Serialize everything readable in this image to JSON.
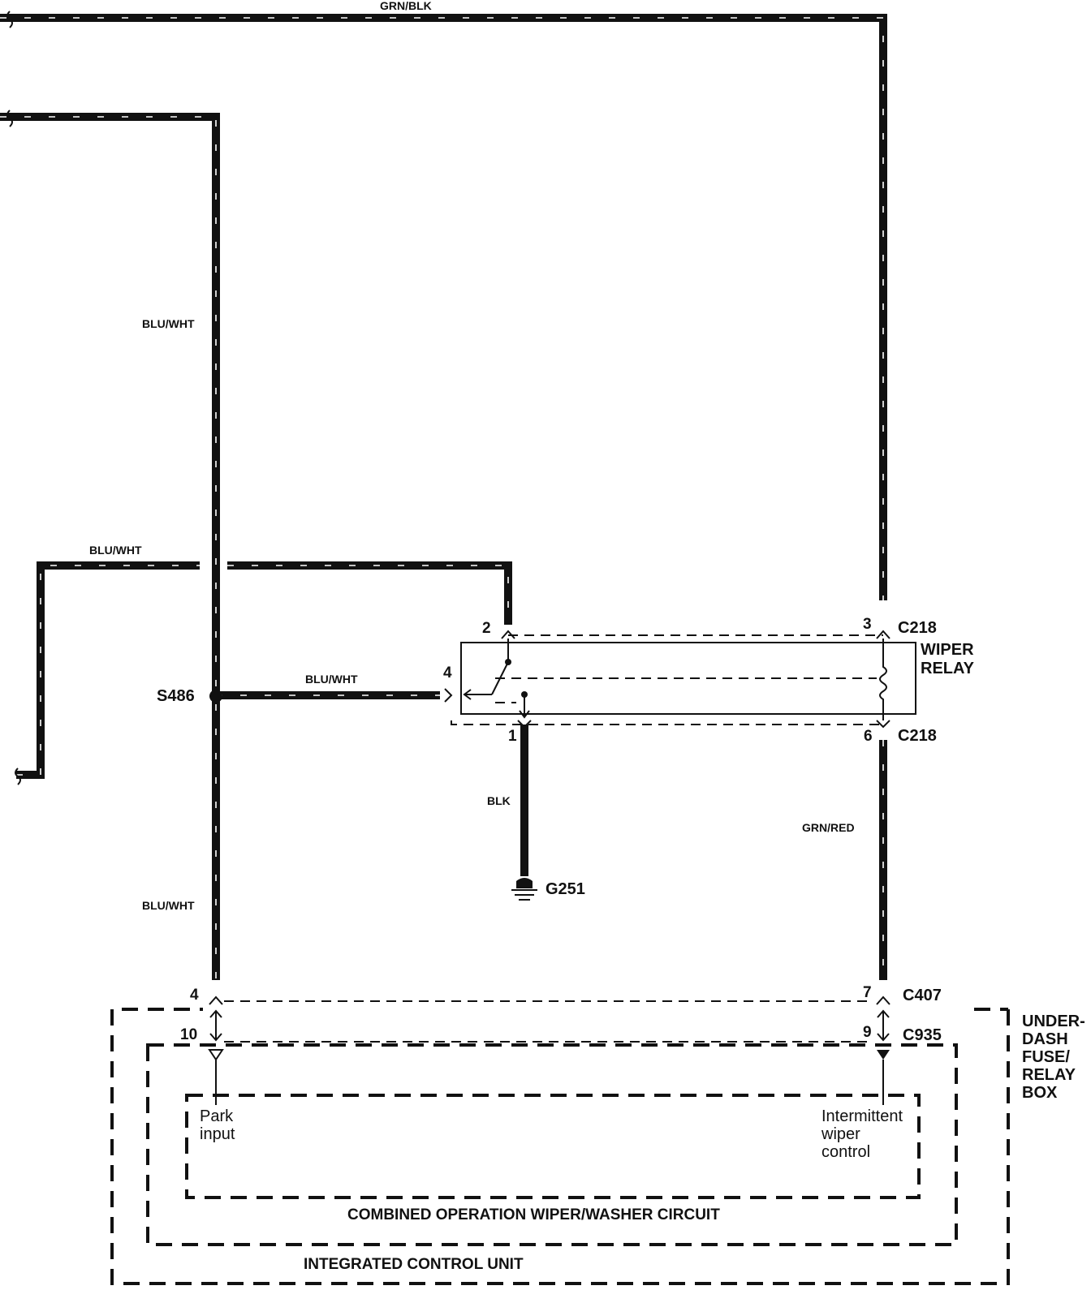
{
  "wires": {
    "grn_blk": "GRN/BLK",
    "blu_wht_top": "BLU/WHT",
    "blu_wht_left": "BLU/WHT",
    "blu_wht_mid": "BLU/WHT",
    "blu_wht_bottom": "BLU/WHT",
    "blk": "BLK",
    "grn_red": "GRN/RED"
  },
  "splice": {
    "label": "S486"
  },
  "ground": {
    "label": "G251"
  },
  "relay": {
    "title_line1": "WIPER",
    "title_line2": "RELAY",
    "pins": {
      "p1": "1",
      "p2": "2",
      "p3": "3",
      "p4": "4",
      "p6": "6"
    },
    "connector_top": "C218",
    "connector_bottom": "C218"
  },
  "fuse_box": {
    "title_lines": [
      "UNDER-",
      "DASH",
      "FUSE/",
      "RELAY",
      "BOX"
    ],
    "connector_c407": "C407",
    "connector_c935": "C935",
    "pins": {
      "p4": "4",
      "p7": "7",
      "p10": "10",
      "p9": "9"
    }
  },
  "icu": {
    "title": "INTEGRATED CONTROL UNIT",
    "circuit_title": "COMBINED OPERATION WIPER/WASHER CIRCUIT",
    "park_input_line1": "Park",
    "park_input_line2": "input",
    "intermittent_line1": "Intermittent",
    "intermittent_line2": "wiper",
    "intermittent_line3": "control"
  }
}
